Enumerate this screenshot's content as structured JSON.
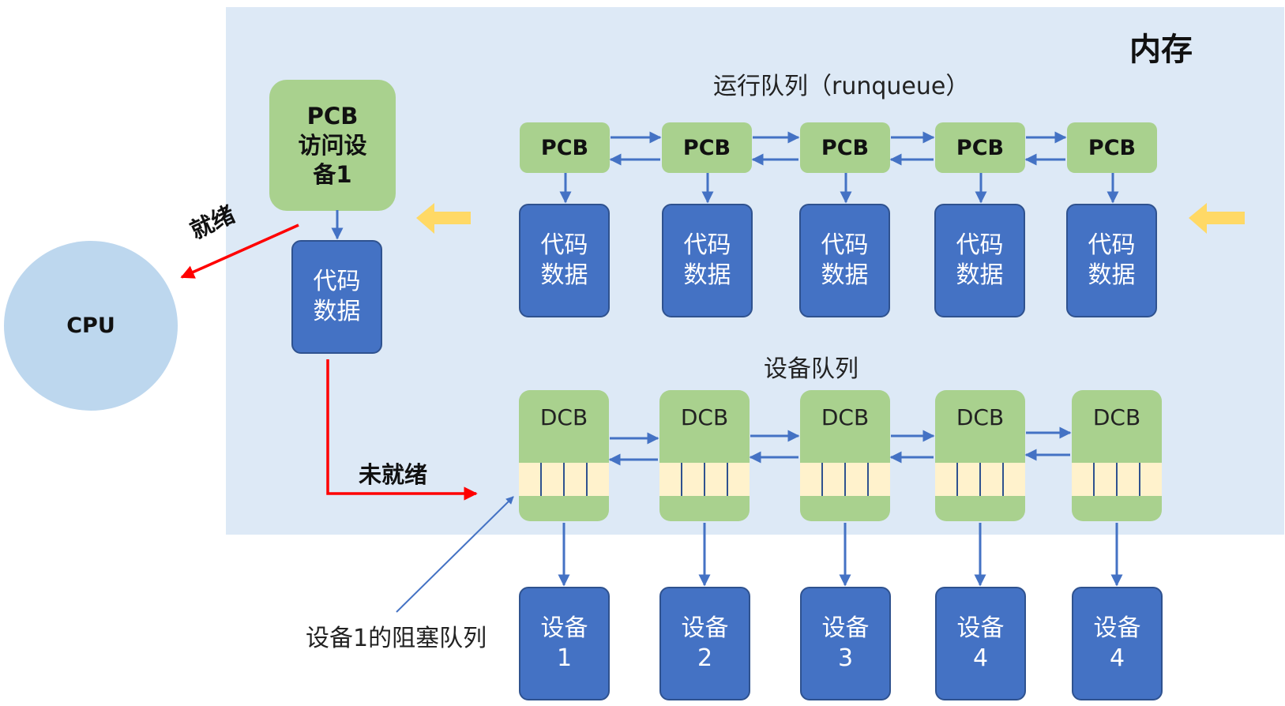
{
  "memory_label": "内存",
  "cpu_label": "CPU",
  "current_pcb": {
    "label": "PCB\n访问设\n备1",
    "code_label": "代码\n数据"
  },
  "runqueue": {
    "title": "运行队列（runqueue）",
    "pcbs": [
      {
        "label": "PCB",
        "code": "代码\n数据"
      },
      {
        "label": "PCB",
        "code": "代码\n数据"
      },
      {
        "label": "PCB",
        "code": "代码\n数据"
      },
      {
        "label": "PCB",
        "code": "代码\n数据"
      },
      {
        "label": "PCB",
        "code": "代码\n数据"
      }
    ]
  },
  "device_queue": {
    "title": "设备队列",
    "dcbs": [
      {
        "label": "DCB",
        "device": "设备\n1"
      },
      {
        "label": "DCB",
        "device": "设备\n2"
      },
      {
        "label": "DCB",
        "device": "设备\n3"
      },
      {
        "label": "DCB",
        "device": "设备\n4"
      },
      {
        "label": "DCB",
        "device": "设备\n4"
      }
    ]
  },
  "ready_label": "就绪",
  "not_ready_label": "未就绪",
  "blocked_queue_label": "设备1的阻塞队列",
  "colors": {
    "memory_bg": "#dde9f6",
    "pcb_green": "#a9d18e",
    "block_blue": "#4472c4",
    "cpu_blue": "#bdd7ee",
    "arrow_red": "#ff0000",
    "arrow_yellow": "#ffd966",
    "slot_yellow": "#fff2cc"
  }
}
